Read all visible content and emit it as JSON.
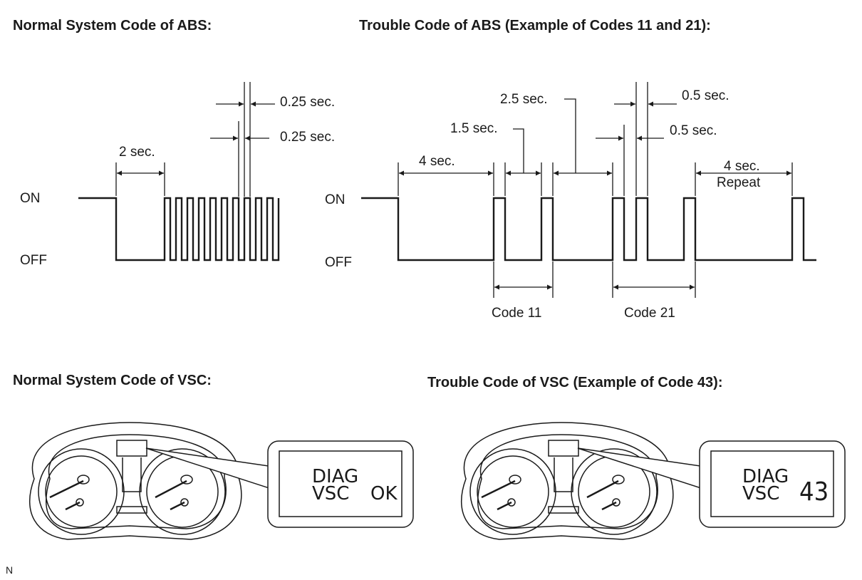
{
  "abs_normal": {
    "title": "Normal System Code of ABS:",
    "on_label": "ON",
    "off_label": "OFF",
    "dim_2sec": "2 sec.",
    "dim_pulse_1": "0.25 sec.",
    "dim_pulse_2": "0.25 sec."
  },
  "abs_trouble": {
    "title": "Trouble Code of ABS (Example of Codes 11 and 21):",
    "on_label": "ON",
    "off_label": "OFF",
    "dim_4sec": "4 sec.",
    "dim_1_5sec": "1.5 sec.",
    "dim_2_5sec": "2.5 sec.",
    "dim_0_5sec_a": "0.5 sec.",
    "dim_0_5sec_b": "0.5 sec.",
    "dim_4sec_repeat": "4 sec.",
    "repeat_label": "Repeat",
    "code_11_label": "Code 11",
    "code_21_label": "Code 21"
  },
  "vsc_normal": {
    "title": "Normal System Code of VSC:",
    "display_line1": "DIAG",
    "display_line2": "VSC",
    "display_code": "OK"
  },
  "vsc_trouble": {
    "title": "Trouble Code of VSC (Example of Code 43):",
    "display_line1": "DIAG",
    "display_line2": "VSC",
    "display_code": "43"
  },
  "footer_mark": "N"
}
